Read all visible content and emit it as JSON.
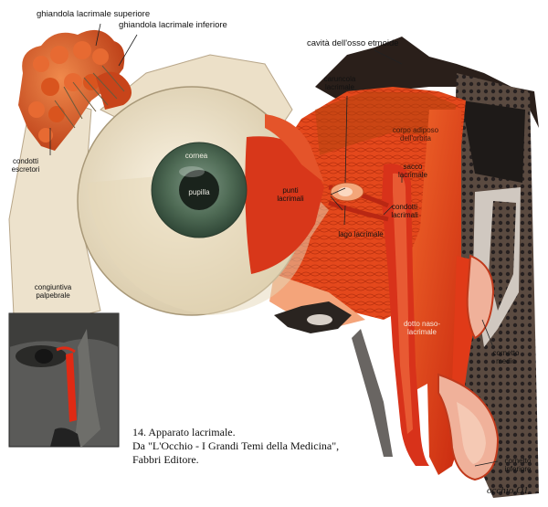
{
  "labels": {
    "gland_upper": "ghiandola lacrimale superiore",
    "gland_lower": "ghiandola lacrimale inferiore",
    "ducts_line1": "condotti",
    "ducts_line2": "escretori",
    "ethmoid": "cavità dell'osso etmoide",
    "caruncle_line1": "caruncola",
    "caruncle_line2": "lacrimale",
    "adipose_line1": "corpo adiposo",
    "adipose_line2": "dell'orbita",
    "cornea": "cornea",
    "pupil": "pupilla",
    "puncta_line1": "punti",
    "puncta_line2": "lacrimali",
    "sac_line1": "sacco",
    "sac_line2": "lacrimale",
    "canaliculi_line1": "condotti",
    "canaliculi_line2": "lacrimali",
    "lake": "lago lacrimale",
    "conjunctiva_line1": "congiuntiva",
    "conjunctiva_line2": "palpebrale",
    "nasolacrimal_line1": "dotto naso-",
    "nasolacrimal_line2": "lacrimale",
    "middle_turbinate_line1": "cornetto",
    "middle_turbinate_line2": "medio",
    "inferior_turbinate_line1": "cornetto",
    "inferior_turbinate_line2": "inferiore"
  },
  "caption": {
    "line1": "14. Apparato lacrimale.",
    "line2": "Da \"L'Occhio - I Grandi Temi della Medicina\",",
    "line3": "Fabbri Editore."
  },
  "credit": "occhio.O1",
  "colors": {
    "gland": "#d9541e",
    "sclera": "#f1e6cf",
    "iris": "#4f6b55",
    "tissue": "#e8401a",
    "bone": "#3a2a22"
  }
}
